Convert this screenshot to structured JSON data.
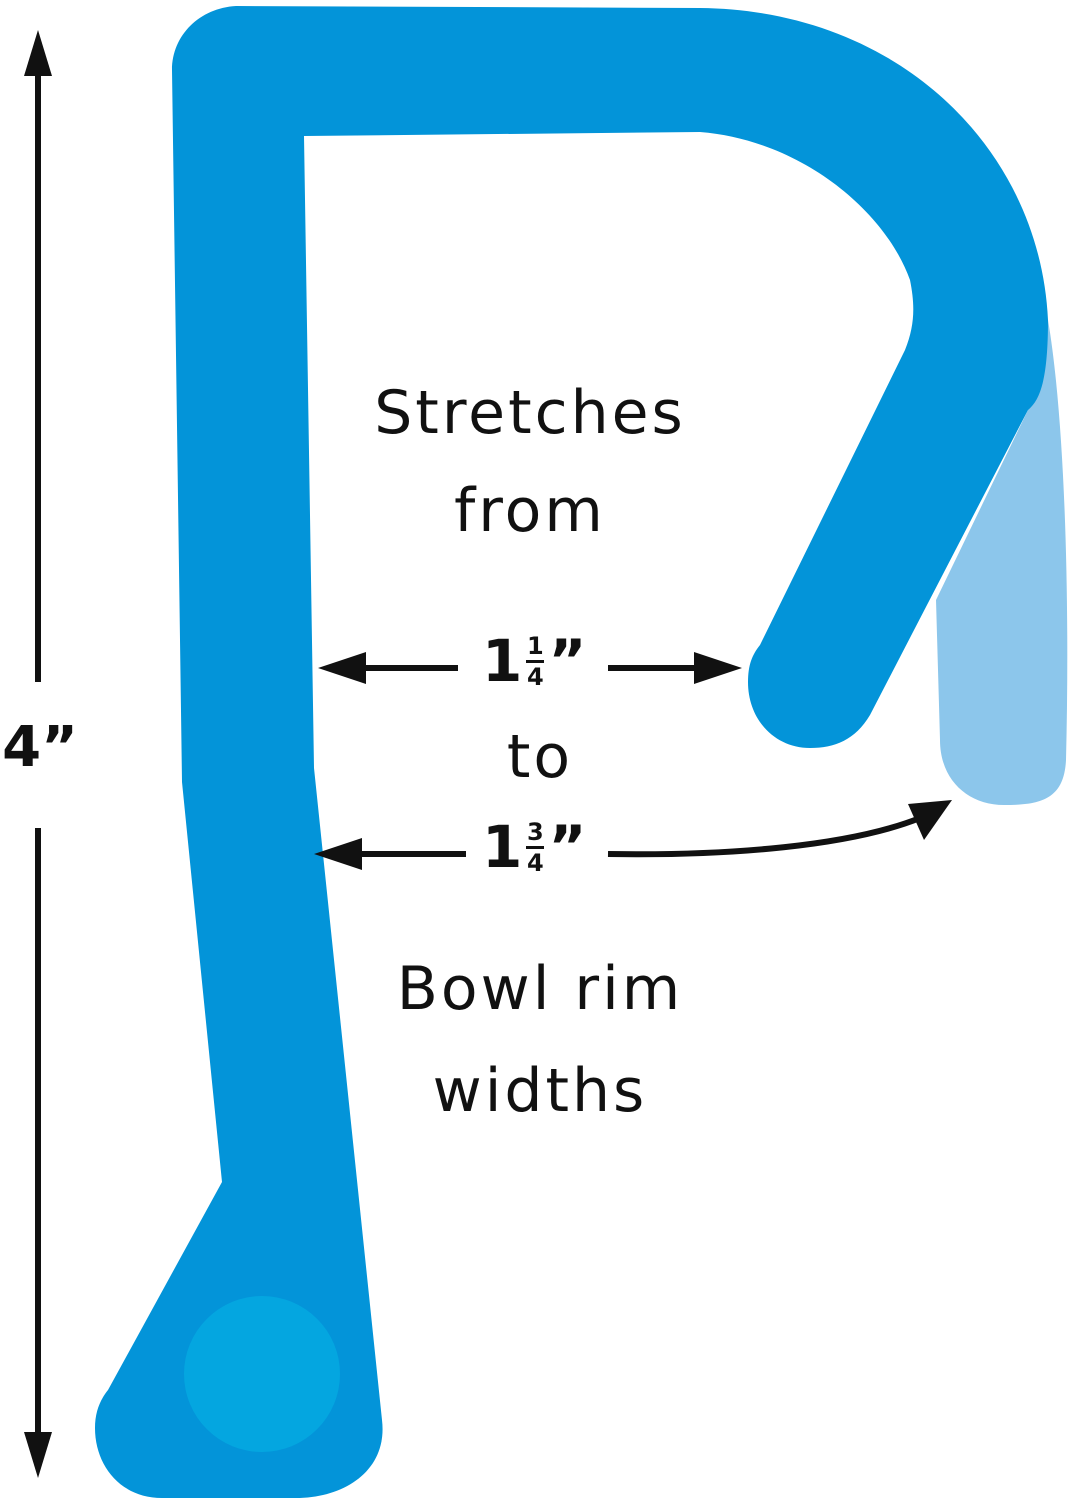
{
  "colors": {
    "clip_main": "#0394d9",
    "clip_stretched": "#8cc6eb",
    "clip_dot": "#04a6e0",
    "ink": "#111111",
    "background": "#ffffff"
  },
  "height_label": "4”",
  "text": {
    "stretches_line1": "Stretches",
    "stretches_line2": "from",
    "to": "to",
    "bowl_line1": "Bowl rim",
    "bowl_line2": "widths"
  },
  "dim_min": {
    "whole": "1",
    "num": "1",
    "den": "4",
    "unit": "”"
  },
  "dim_max": {
    "whole": "1",
    "num": "3",
    "den": "4",
    "unit": "”"
  }
}
